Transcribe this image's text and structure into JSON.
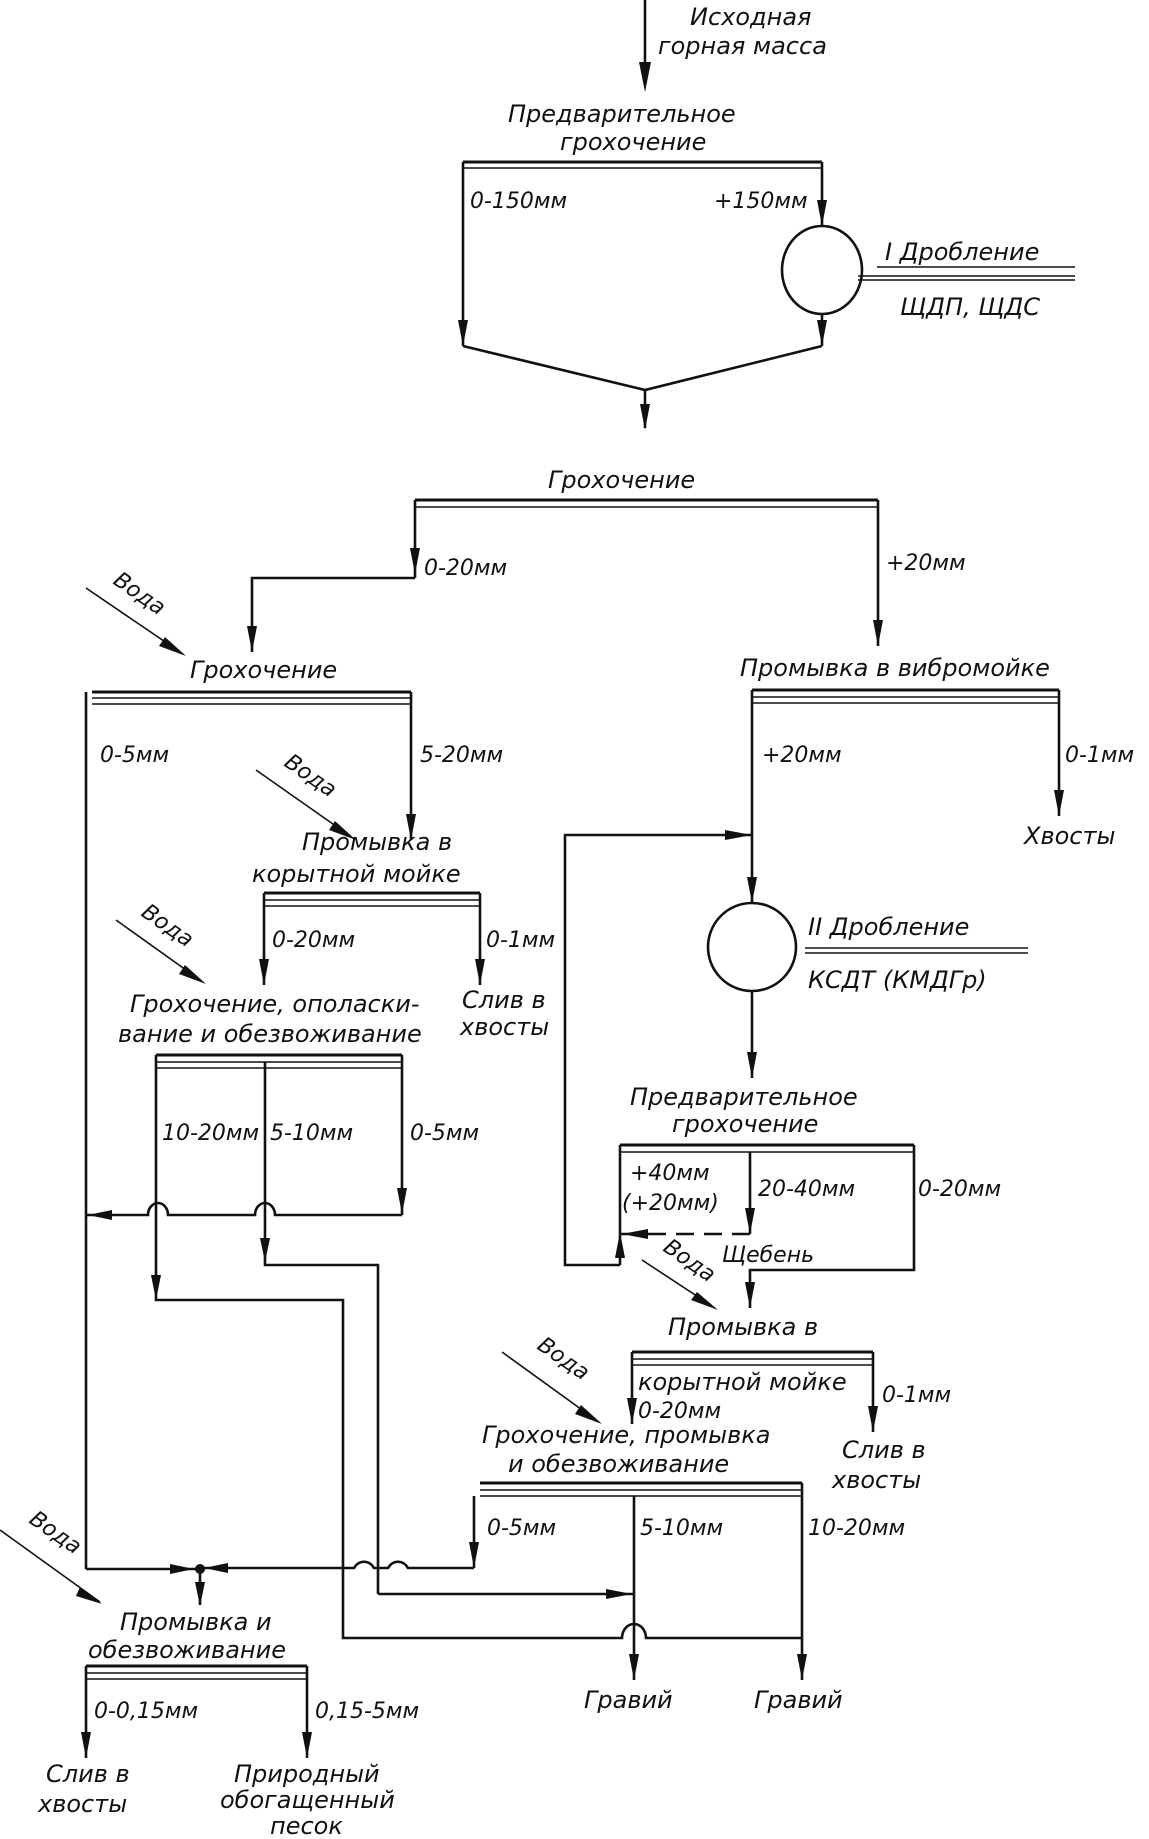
{
  "title": "Технологическая схема переработки горной массы",
  "feed": {
    "line1": "Исходная",
    "line2": "горная масса"
  },
  "nodes": {
    "pre_screen_1": {
      "line1": "Предварительное",
      "line2": "грохочение",
      "out_left": "0-150мм",
      "out_right": "+150мм"
    },
    "crusher_1": {
      "stage": "I Дробление",
      "equipment": "ЩДП, ЩДС"
    },
    "screen_2": {
      "label": "Грохочение",
      "out_left": "0-20мм",
      "out_right": "+20мм"
    },
    "screen_3": {
      "label": "Грохочение",
      "out_left": "0-5мм",
      "out_right": "5-20мм"
    },
    "vibro_wash": {
      "label": "Промывка в вибромойке",
      "out_left": "+20мм",
      "out_right": "0-1мм",
      "tails": "Хвосты"
    },
    "trough_wash_1": {
      "line1": "Промывка в",
      "line2": "корытной мойке",
      "out_left": "0-20мм",
      "out_right": "0-1мм",
      "drain_line1": "Слив в",
      "drain_line2": "хвосты"
    },
    "rinse_screen": {
      "line1": "Грохочение, ополаски-",
      "line2": "вание и обезвоживание",
      "out_1": "10-20мм",
      "out_2": "5-10мм",
      "out_3": "0-5мм"
    },
    "crusher_2": {
      "stage": "II Дробление",
      "equipment": "КСДТ (КМДГр)"
    },
    "pre_screen_2": {
      "line1": "Предварительное",
      "line2": "грохочение",
      "out_1a": "+40мм",
      "out_1b": "(+20мм)",
      "out_2": "20-40мм",
      "out_3": "0-20мм",
      "product": "Щебень"
    },
    "trough_wash_2": {
      "line1": "Промывка в",
      "line2": "корытной мойке",
      "out_left": "0-20мм",
      "out_right": "0-1мм",
      "drain_line1": "Слив в",
      "drain_line2": "хвосты"
    },
    "wash_screen": {
      "line1": "Грохочение, промывка",
      "line2": "и обезвоживание",
      "out_1": "0-5мм",
      "out_2": "5-10мм",
      "out_3": "10-20мм"
    },
    "sand_wash": {
      "line1": "Промывка и",
      "line2": "обезвоживание",
      "out_left": "0-0,15мм",
      "out_right": "0,15-5мм"
    }
  },
  "water_label": "Вода",
  "products": {
    "drain_line1": "Слив в",
    "drain_line2": "хвосты",
    "sand_line1": "Природный",
    "sand_line2": "обогащенный",
    "sand_line3": "песок",
    "gravel_1": "Гравий",
    "gravel_2": "Гравий"
  }
}
